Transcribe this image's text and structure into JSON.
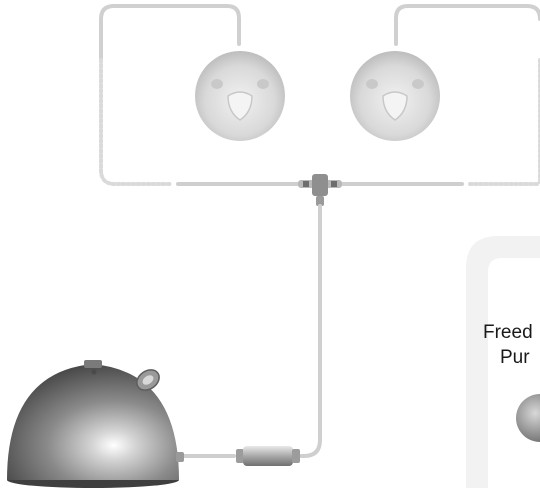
{
  "diagram": {
    "kind": "breast-pump-system-illustration",
    "components": [
      "breast-shield-left",
      "breast-shield-right",
      "y-connector",
      "pump-motor-unit",
      "inline-filter",
      "tubing"
    ],
    "info_panel": {
      "line1": "Freed",
      "line2": "Pur"
    },
    "colors": {
      "tube": "#cfcfcf",
      "tube_dotted": "#d9d9d9",
      "shield": "#dcdcdc",
      "pump": "#8e8e8e",
      "panel": "#f2f2f2",
      "text": "#1a1a1a"
    }
  }
}
